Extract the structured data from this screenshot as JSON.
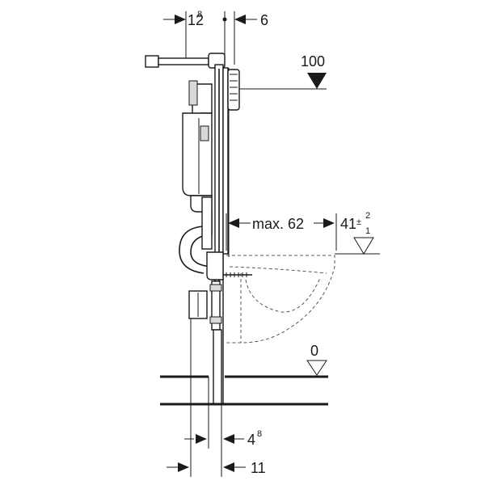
{
  "dimensions": {
    "top_left": {
      "value": "12",
      "sup": "8"
    },
    "top_right": "6",
    "pipe_height": "100",
    "max_projection": "max. 62",
    "seat_height": "41",
    "seat_tolerance_plus": "2",
    "seat_tolerance_minus": "1",
    "floor_level": "0",
    "bottom_inner": {
      "value": "4",
      "sup": "8"
    },
    "bottom_outer": "11"
  },
  "colors": {
    "line": "#1a1a1a",
    "hidden": "#555555",
    "fill_grey": "#d9d9d9"
  }
}
